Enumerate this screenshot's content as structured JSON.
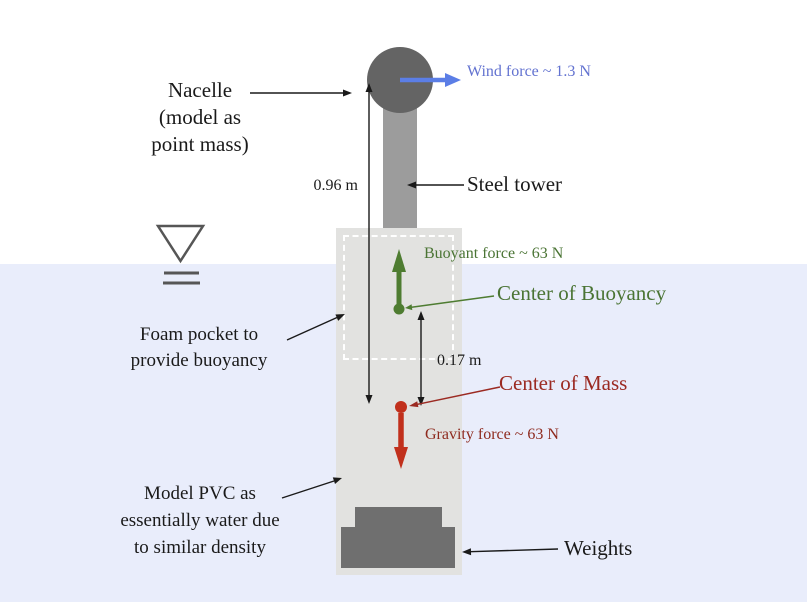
{
  "labels": {
    "nacelle": "Nacelle\n(model as\npoint mass)",
    "steel_tower": "Steel tower",
    "foam_pocket": "Foam pocket to\nprovide buoyancy",
    "model_pvc": "Model PVC as\nessentially water due\nto similar density",
    "weights": "Weights",
    "center_of_buoyancy": "Center of Buoyancy",
    "center_of_mass": "Center of Mass"
  },
  "forces": {
    "wind": "Wind force ~ 1.3 N",
    "buoyant": "Buoyant force ~ 63 N",
    "gravity": "Gravity force ~ 63 N"
  },
  "dimensions": {
    "nacelle_to_cm": "0.96 m",
    "cb_to_cm": "0.17 m"
  },
  "colors": {
    "wind_text_blue": "#6272d0",
    "wind_arrow_blue": "#5b7ee6",
    "buoyancy_green_text": "#4a7434",
    "buoyancy_green_arrow": "#4e7c31",
    "center_of_mass_maroon": "#9b2a22",
    "gravity_maroon": "#8e2a1e",
    "force_red": "#c1301c",
    "water_lavender": "#e9edfb",
    "nacelle_gray": "#646464",
    "tower_gray": "#9c9c9c",
    "platform_gray": "#e2e2e0",
    "weights_gray": "#6f6f6f"
  }
}
